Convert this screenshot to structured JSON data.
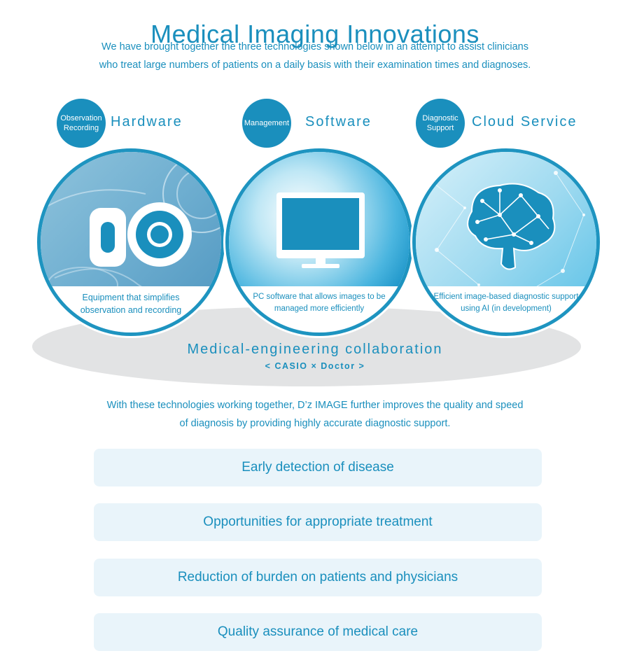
{
  "header": {
    "title": "Medical Imaging Innovations",
    "intro_line1": "We have brought together the three technologies shown below in an attempt to assist clinicians",
    "intro_line2": "who treat large numbers of patients on a daily basis with their examination times and diagnoses."
  },
  "technologies": [
    {
      "badge_line1": "Observation",
      "badge_line2": "Recording",
      "label": "Hardware",
      "caption_line1": "Equipment that simplifies",
      "caption_line2": "observation and recording",
      "icon": "camera-device-icon"
    },
    {
      "badge_line1": "Management",
      "label": "Software",
      "caption_line1": "PC software that allows images to be",
      "caption_line2": "managed more efficiently",
      "icon": "monitor-icon"
    },
    {
      "badge_line1": "Diagnostic",
      "badge_line2": "Support",
      "label": "Cloud Service",
      "caption_line1": "Efficient image-based diagnostic support",
      "caption_line2": "using AI (in development)",
      "icon": "ai-brain-icon"
    }
  ],
  "collaboration": {
    "title": "Medical-engineering collaboration",
    "subtitle": "< CASIO × Doctor >"
  },
  "summary": {
    "line1": "With these technologies working together, D’z IMAGE further improves the quality and speed",
    "line2": "of diagnosis by providing highly accurate diagnostic support."
  },
  "benefits": [
    "Early detection of disease",
    "Opportunities for appropriate treatment",
    "Reduction of burden on patients and physicians",
    "Quality assurance of medical care"
  ],
  "colors": {
    "accent": "#1a8fbd",
    "benefit_bg": "#e9f4fa",
    "ellipse": "#e2e3e4"
  }
}
